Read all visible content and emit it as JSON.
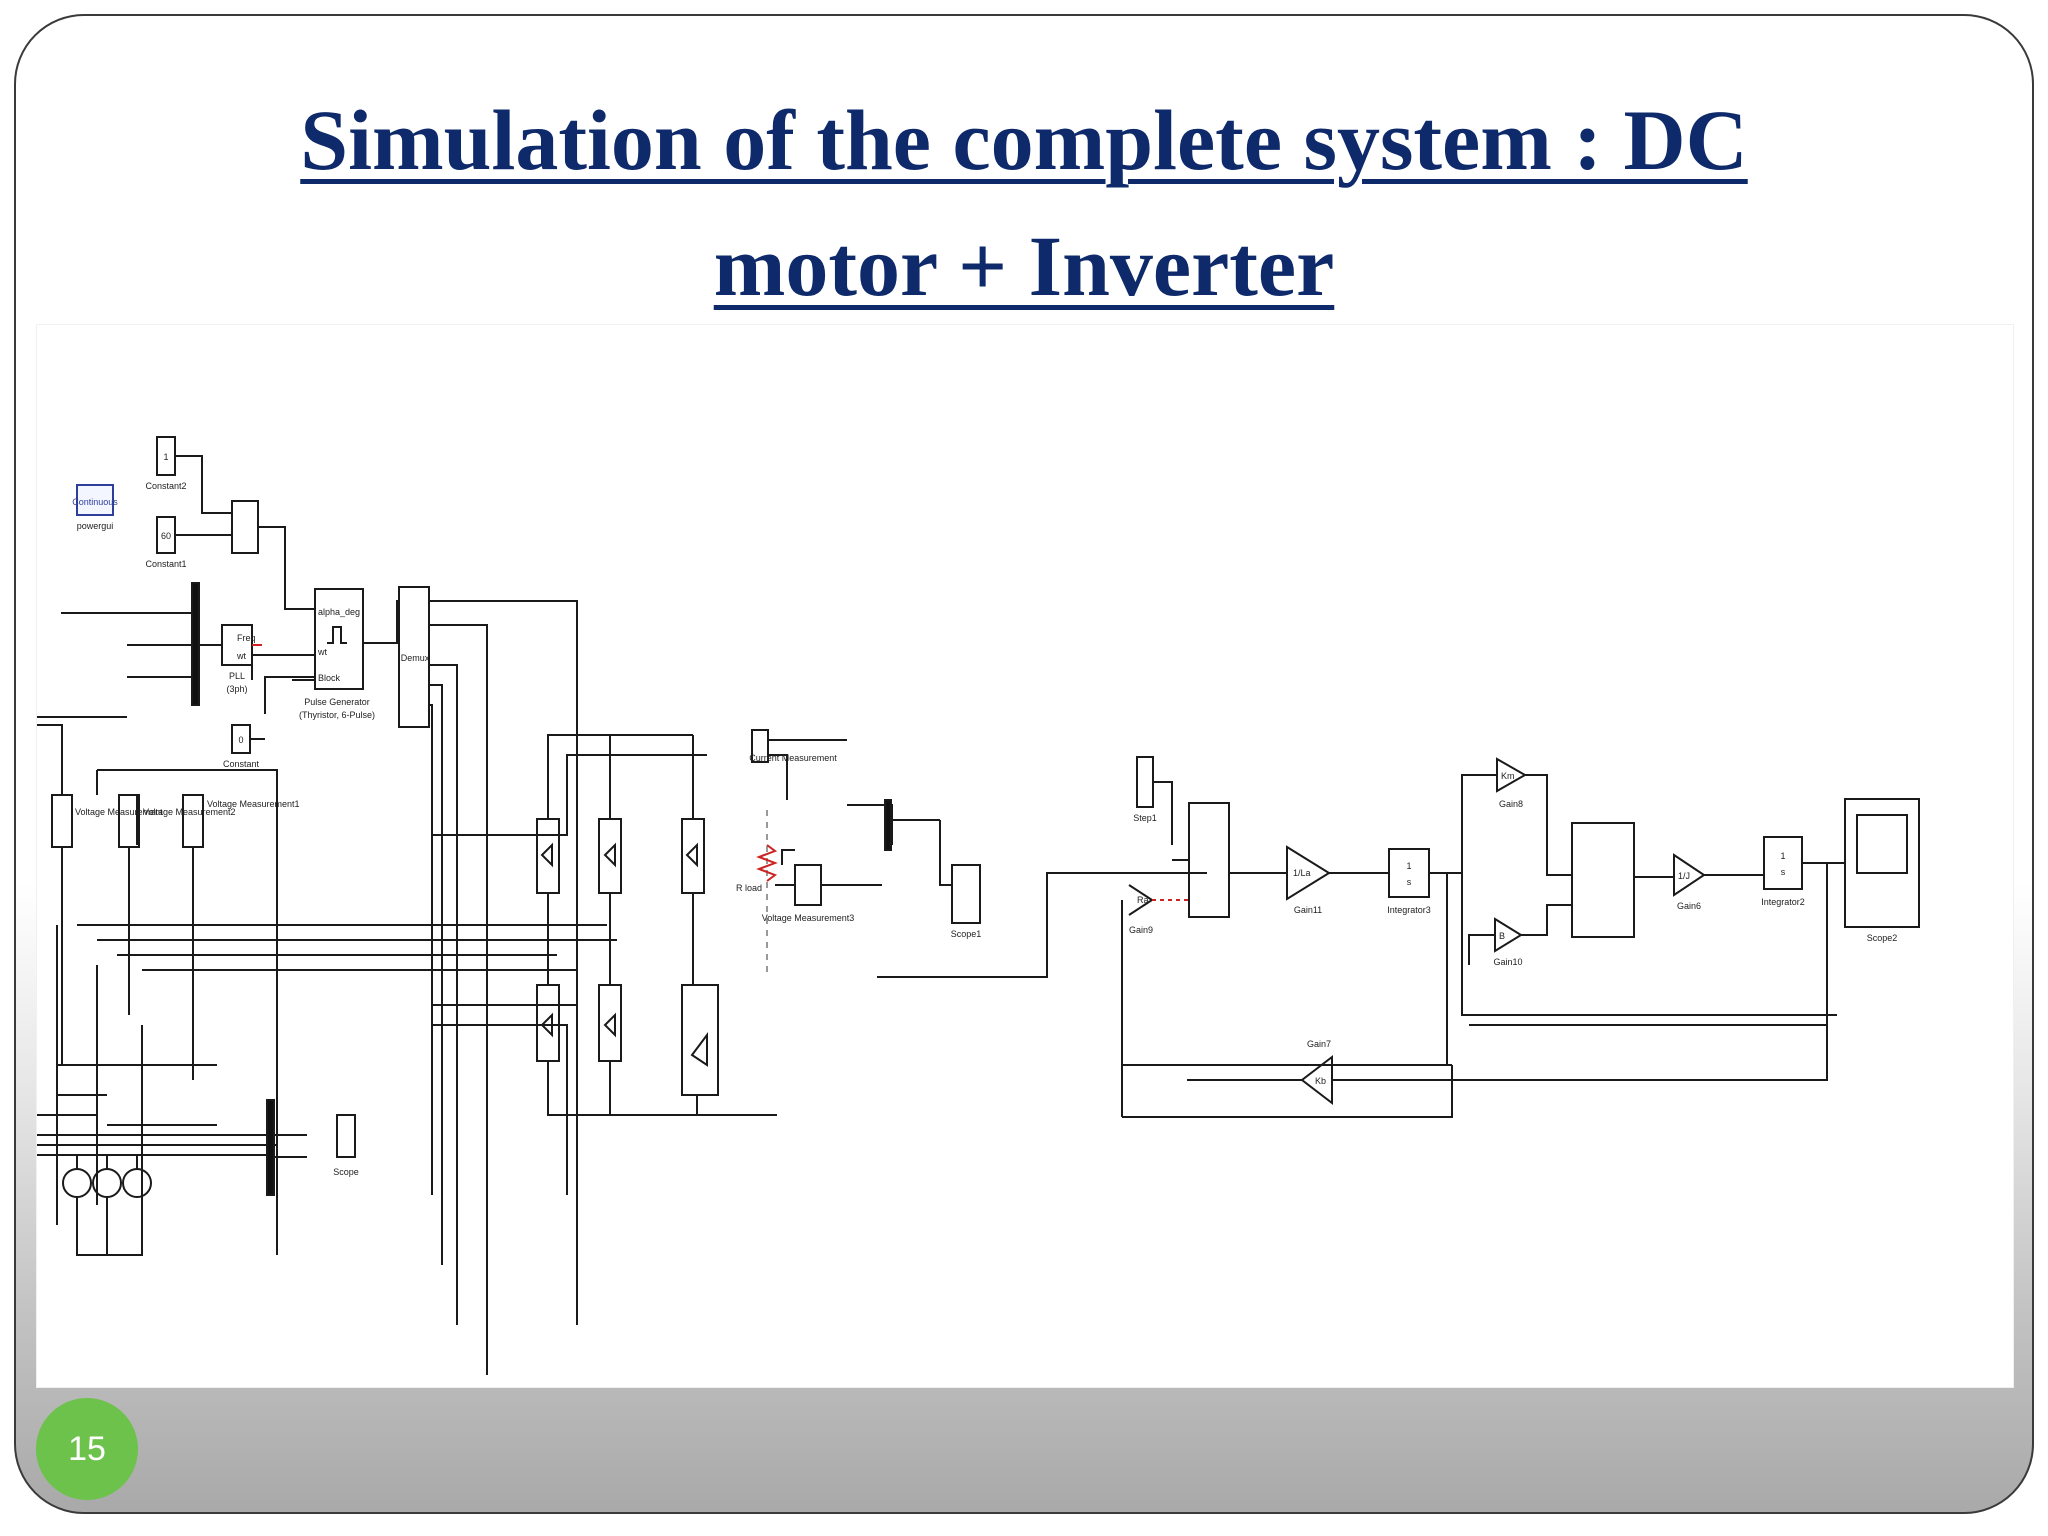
{
  "slide": {
    "title_line1": "Simulation of the complete system : DC",
    "title_line2": "motor + Inverter",
    "slide_number": "15"
  },
  "diagram": {
    "colors": {
      "title": "#0e2a6b",
      "wire": "#1a1a1a",
      "badge": "#6cc24a",
      "highlight": "#cc2222"
    },
    "labels": {
      "powergui": "powergui",
      "powergui_mode": "Continuous",
      "constant2": "Constant2",
      "constant1": "Constant1",
      "constant": "Constant",
      "pll": "PLL",
      "pll_sub": "(3ph)",
      "pulse_generator": "Pulse Generator",
      "pulse_generator_sub": "(Thyristor, 6-Pulse)",
      "demux": "Demux",
      "voltage_meas": "Voltage Measurement",
      "voltage_meas2": "Voltage Measurement2",
      "voltage_meas1": "Voltage Measurement1",
      "current_meas": "Current Measurement",
      "voltage_meas3": "Voltage Measurement3",
      "rload": "R load",
      "scope": "Scope",
      "scope1": "Scope1",
      "step1": "Step1",
      "gain9": "Gain9",
      "gain11": "Gain11",
      "integrator3": "Integrator3",
      "gain8": "Gain8",
      "gain10": "Gain10",
      "gain6": "Gain6",
      "integrator2": "Integrator2",
      "scope2": "Scope2",
      "gain7": "Gain7",
      "gain_11_val": "1/La",
      "gain_8_val": "Km",
      "gain_10_val": "B",
      "gain_6_val": "1/J",
      "gain_7_val": "Kb",
      "gain_9_val": "Ra",
      "integrator_val_num": "1",
      "integrator_val_den": "s",
      "const2_val": "1",
      "const1_val": "60",
      "const_val": "0",
      "pll_freq": "Freq",
      "pll_wt": "wt",
      "pulse_alpha": "alpha_deg",
      "pulse_block": "Block",
      "pulse_wt": "wt"
    }
  }
}
